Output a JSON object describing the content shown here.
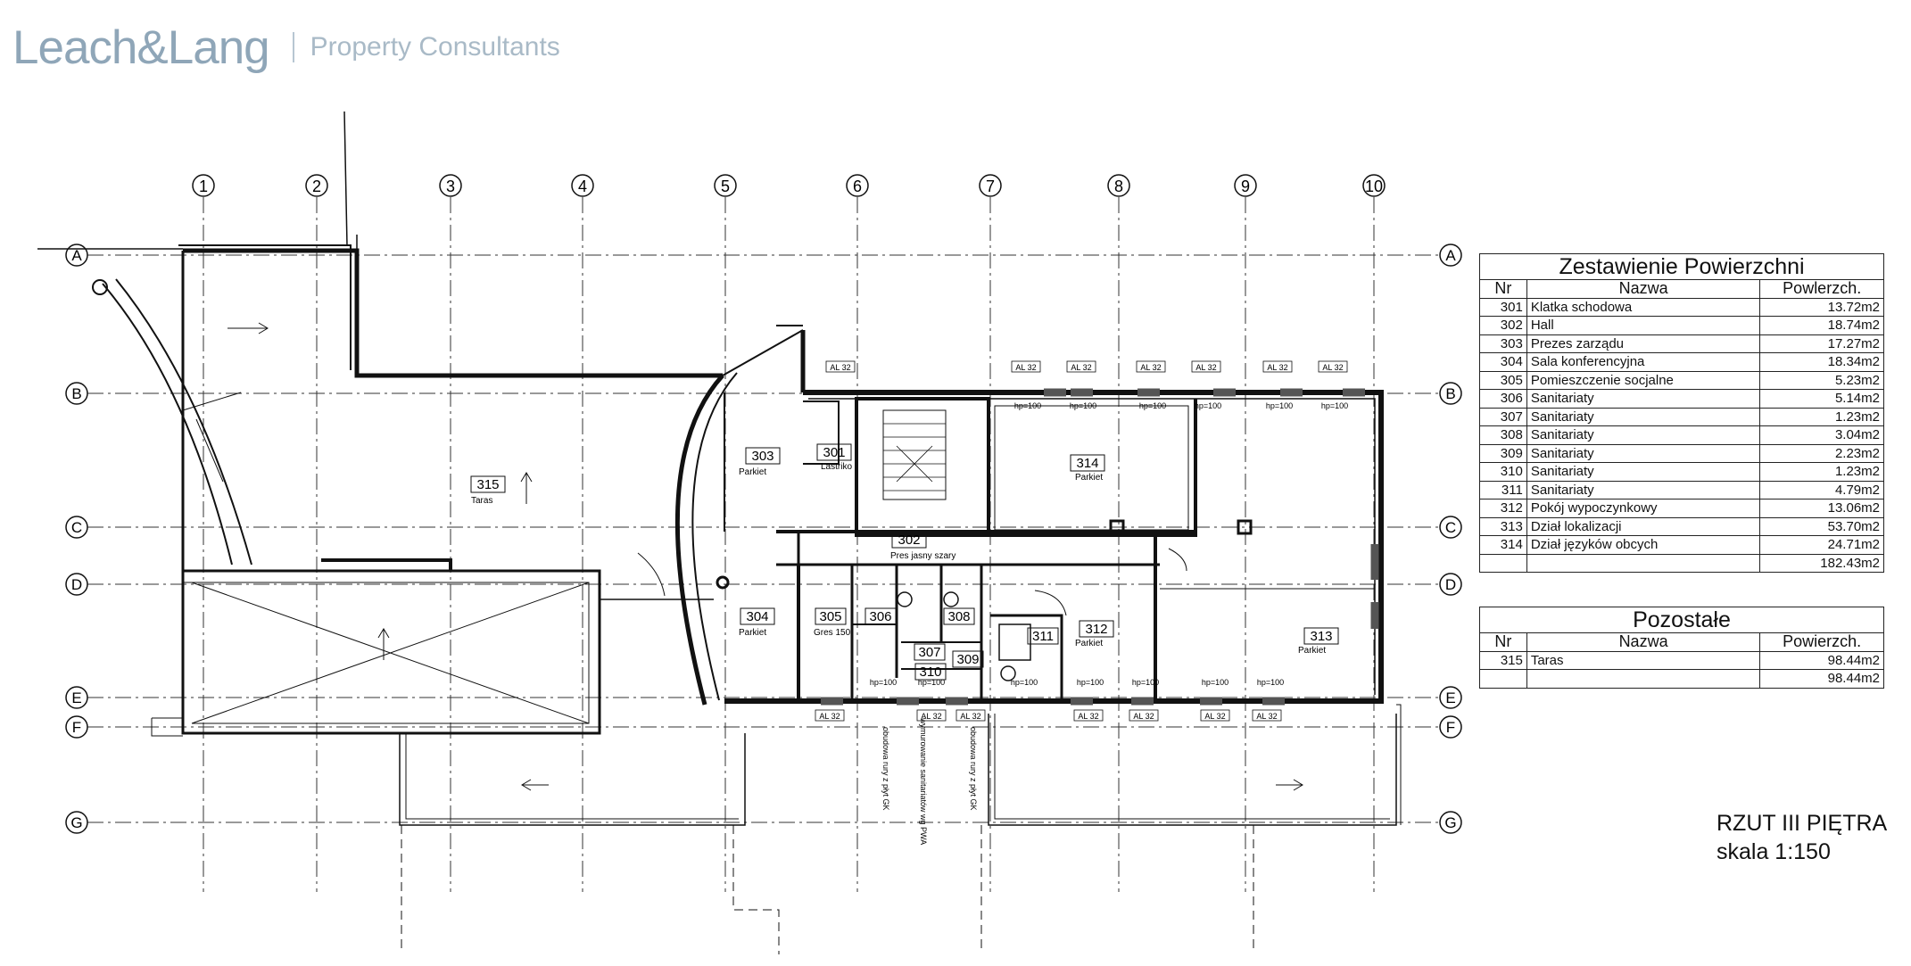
{
  "logo": {
    "brand": "Leach&Lang",
    "tagline": "Property Consultants"
  },
  "grid": {
    "columns": [
      "1",
      "2",
      "3",
      "4",
      "5",
      "6",
      "7",
      "8",
      "9",
      "10"
    ],
    "rows": [
      "A",
      "B",
      "C",
      "D",
      "E",
      "F",
      "G"
    ]
  },
  "rooms": [
    {
      "id": "301",
      "name": "Lastriko"
    },
    {
      "id": "302",
      "name": "Pres jasny szary"
    },
    {
      "id": "303",
      "name": "Parkiet"
    },
    {
      "id": "304",
      "name": "Parkiet"
    },
    {
      "id": "305",
      "name": "Gres 150"
    },
    {
      "id": "306",
      "name": ""
    },
    {
      "id": "307",
      "name": ""
    },
    {
      "id": "308",
      "name": ""
    },
    {
      "id": "309",
      "name": ""
    },
    {
      "id": "310",
      "name": ""
    },
    {
      "id": "311",
      "name": ""
    },
    {
      "id": "312",
      "name": "Parkiet"
    },
    {
      "id": "313",
      "name": "Parkiet"
    },
    {
      "id": "314",
      "name": "Parkiet"
    },
    {
      "id": "315",
      "name": "Taras"
    }
  ],
  "tags": {
    "al": "AL 32",
    "hp": "hp=100"
  },
  "notes": [
    "obudowa rury z płyt GK",
    "wymurowanie sanitariatów wg PWA",
    "obudowa rury z płyt GK"
  ],
  "table1": {
    "title": "Zestawienie Powierzchni",
    "headers": [
      "Nr",
      "Nazwa",
      "Powlerzch."
    ],
    "rows": [
      [
        "301",
        "Klatka schodowa",
        "13.72m2"
      ],
      [
        "302",
        "Hall",
        "18.74m2"
      ],
      [
        "303",
        "Prezes zarządu",
        "17.27m2"
      ],
      [
        "304",
        "Sala konferencyjna",
        "18.34m2"
      ],
      [
        "305",
        "Pomieszczenie socjalne",
        "5.23m2"
      ],
      [
        "306",
        "Sanitariaty",
        "5.14m2"
      ],
      [
        "307",
        "Sanitariaty",
        "1.23m2"
      ],
      [
        "308",
        "Sanitariaty",
        "3.04m2"
      ],
      [
        "309",
        "Sanitariaty",
        "2.23m2"
      ],
      [
        "310",
        "Sanitariaty",
        "1.23m2"
      ],
      [
        "311",
        "Sanitariaty",
        "4.79m2"
      ],
      [
        "312",
        "Pokój wypoczynkowy",
        "13.06m2"
      ],
      [
        "313",
        "Dział lokalizacji",
        "53.70m2"
      ],
      [
        "314",
        "Dział języków obcych",
        "24.71m2"
      ]
    ],
    "total": "182.43m2"
  },
  "table2": {
    "title": "Pozostałe",
    "headers": [
      "Nr",
      "Nazwa",
      "Powierzch."
    ],
    "rows": [
      [
        "315",
        "Taras",
        "98.44m2"
      ]
    ],
    "total": "98.44m2"
  },
  "caption": {
    "title": "RZUT III PIĘTRA",
    "scale": "skala 1:150"
  }
}
